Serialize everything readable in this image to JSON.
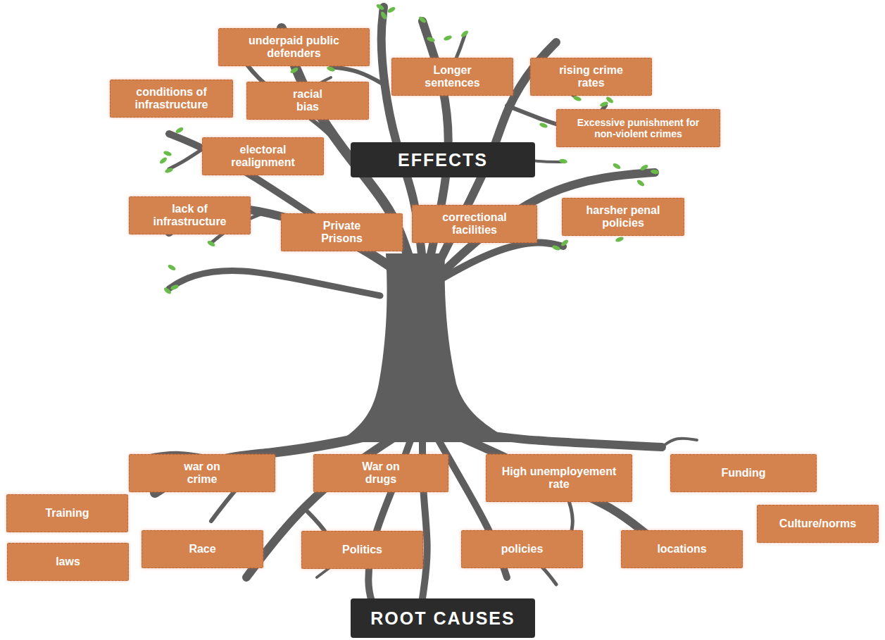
{
  "diagram": {
    "nodes": [
      {
        "text": [
          "underpaid public defenders"
        ]
      },
      {
        "text": [
          "Longer sentences"
        ]
      },
      {
        "text": [
          "rising crime rates"
        ]
      },
      {
        "text": [
          "conditions of infrastructure"
        ]
      },
      {
        "text": [
          "racial bias"
        ]
      },
      {
        "text": [
          "Excessive punishment for non-violent crimes"
        ]
      },
      {
        "text": [
          "electoral realignment"
        ]
      },
      {
        "text": [
          "EFFECTS"
        ]
      },
      {
        "text": [
          "lack of infrastructure"
        ]
      },
      {
        "text": [
          "Private Prisons"
        ]
      },
      {
        "text": [
          "correctional facilities"
        ]
      },
      {
        "text": [
          "harsher penal policies"
        ]
      },
      {
        "text": [
          "war on crime"
        ]
      },
      {
        "text": [
          "War on drugs"
        ]
      },
      {
        "text": [
          "High unemployement rate"
        ]
      },
      {
        "text": [
          "Funding"
        ]
      },
      {
        "text": [
          "Training"
        ]
      },
      {
        "text": [
          "Culture/norms"
        ]
      },
      {
        "text": [
          "Race"
        ]
      },
      {
        "text": [
          "Politics"
        ]
      },
      {
        "text": [
          "policies"
        ]
      },
      {
        "text": [
          "locations"
        ]
      },
      {
        "text": [
          "laws"
        ]
      },
      {
        "text": [
          "ROOT CAUSES"
        ]
      }
    ],
    "edges": []
  }
}
